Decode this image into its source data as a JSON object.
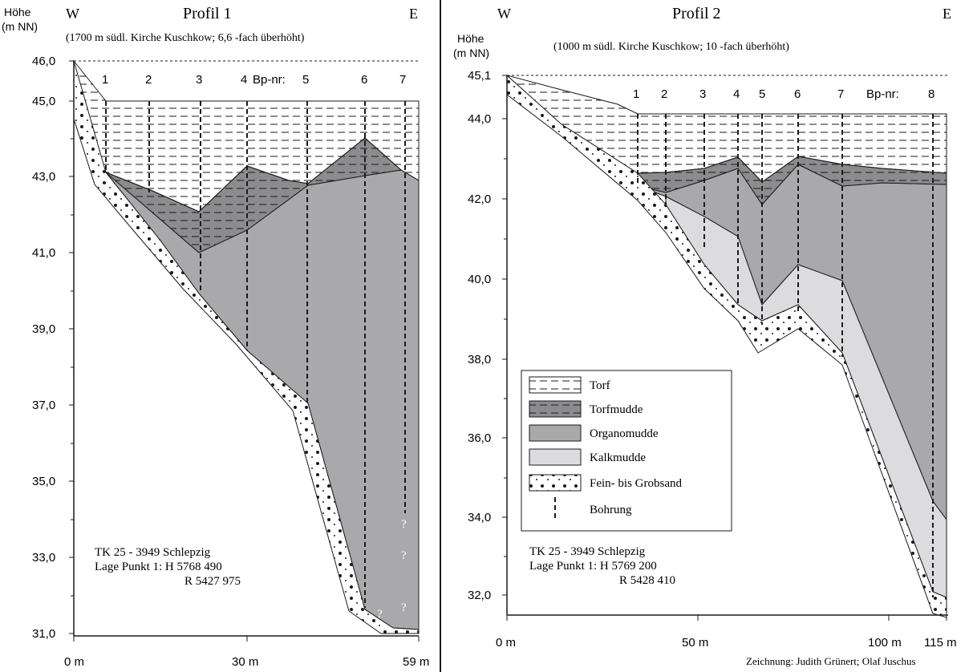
{
  "profile1": {
    "title": "Profil 1",
    "west": "W",
    "east": "E",
    "height_label_1": "Höhe",
    "height_label_2": "(m NN)",
    "subtitle": "(1700 m südl. Kirche Kuschkow; 6,6 -fach überhöht)",
    "y_ticks": [
      "46,0",
      "45,0",
      "43,0",
      "41,0",
      "39,0",
      "37,0",
      "35,0",
      "33,0",
      "31,0"
    ],
    "x_ticks": [
      "0 m",
      "30 m",
      "59 m"
    ],
    "bp_label": "Bp-nr:",
    "boreholes": [
      "1",
      "2",
      "3",
      "4",
      "5",
      "6",
      "7"
    ],
    "unknown_mark": "?",
    "map_sheet": "TK 25 - 3949 Schlepzig",
    "location_line": "Lage Punkt 1:  H 5768 490",
    "location_r": "R 5427 975"
  },
  "profile2": {
    "title": "Profil 2",
    "west": "W",
    "east": "E",
    "height_label_1": "Höhe",
    "height_label_2": "(m NN)",
    "subtitle": "(1000 m südl. Kirche Kuschkow; 10 -fach überhöht)",
    "y_ticks": [
      "45,1",
      "44,0",
      "42,0",
      "40,0",
      "38,0",
      "36,0",
      "34,0",
      "32,0"
    ],
    "x_ticks": [
      "0 m",
      "50 m",
      "100 m",
      "115 m"
    ],
    "bp_label": "Bp-nr:",
    "boreholes": [
      "1",
      "2",
      "3",
      "4",
      "5",
      "6",
      "7",
      "8"
    ],
    "map_sheet": "TK 25 - 3949 Schlepzig",
    "location_line": "Lage Punkt 1:  H 5769 200",
    "location_r": "R 5428 410"
  },
  "legend": {
    "items": [
      {
        "label": "Torf",
        "pattern": "torf"
      },
      {
        "label": "Torfmudde",
        "pattern": "torfmudde"
      },
      {
        "label": "Organomudde",
        "pattern": "organomudde"
      },
      {
        "label": "Kalkmudde",
        "pattern": "kalkmudde"
      },
      {
        "label": "Fein- bis Grobsand",
        "pattern": "sand"
      },
      {
        "label": "Bohrung",
        "pattern": "bohrung"
      }
    ]
  },
  "credit": "Zeichnung: Judith Grünert; Olaf Juschus",
  "colors": {
    "organomudde": "#a9a9ab",
    "torfmudde": "#8c8c8e",
    "kalkmudde": "#dcdcde",
    "line": "#1a1a1a"
  }
}
